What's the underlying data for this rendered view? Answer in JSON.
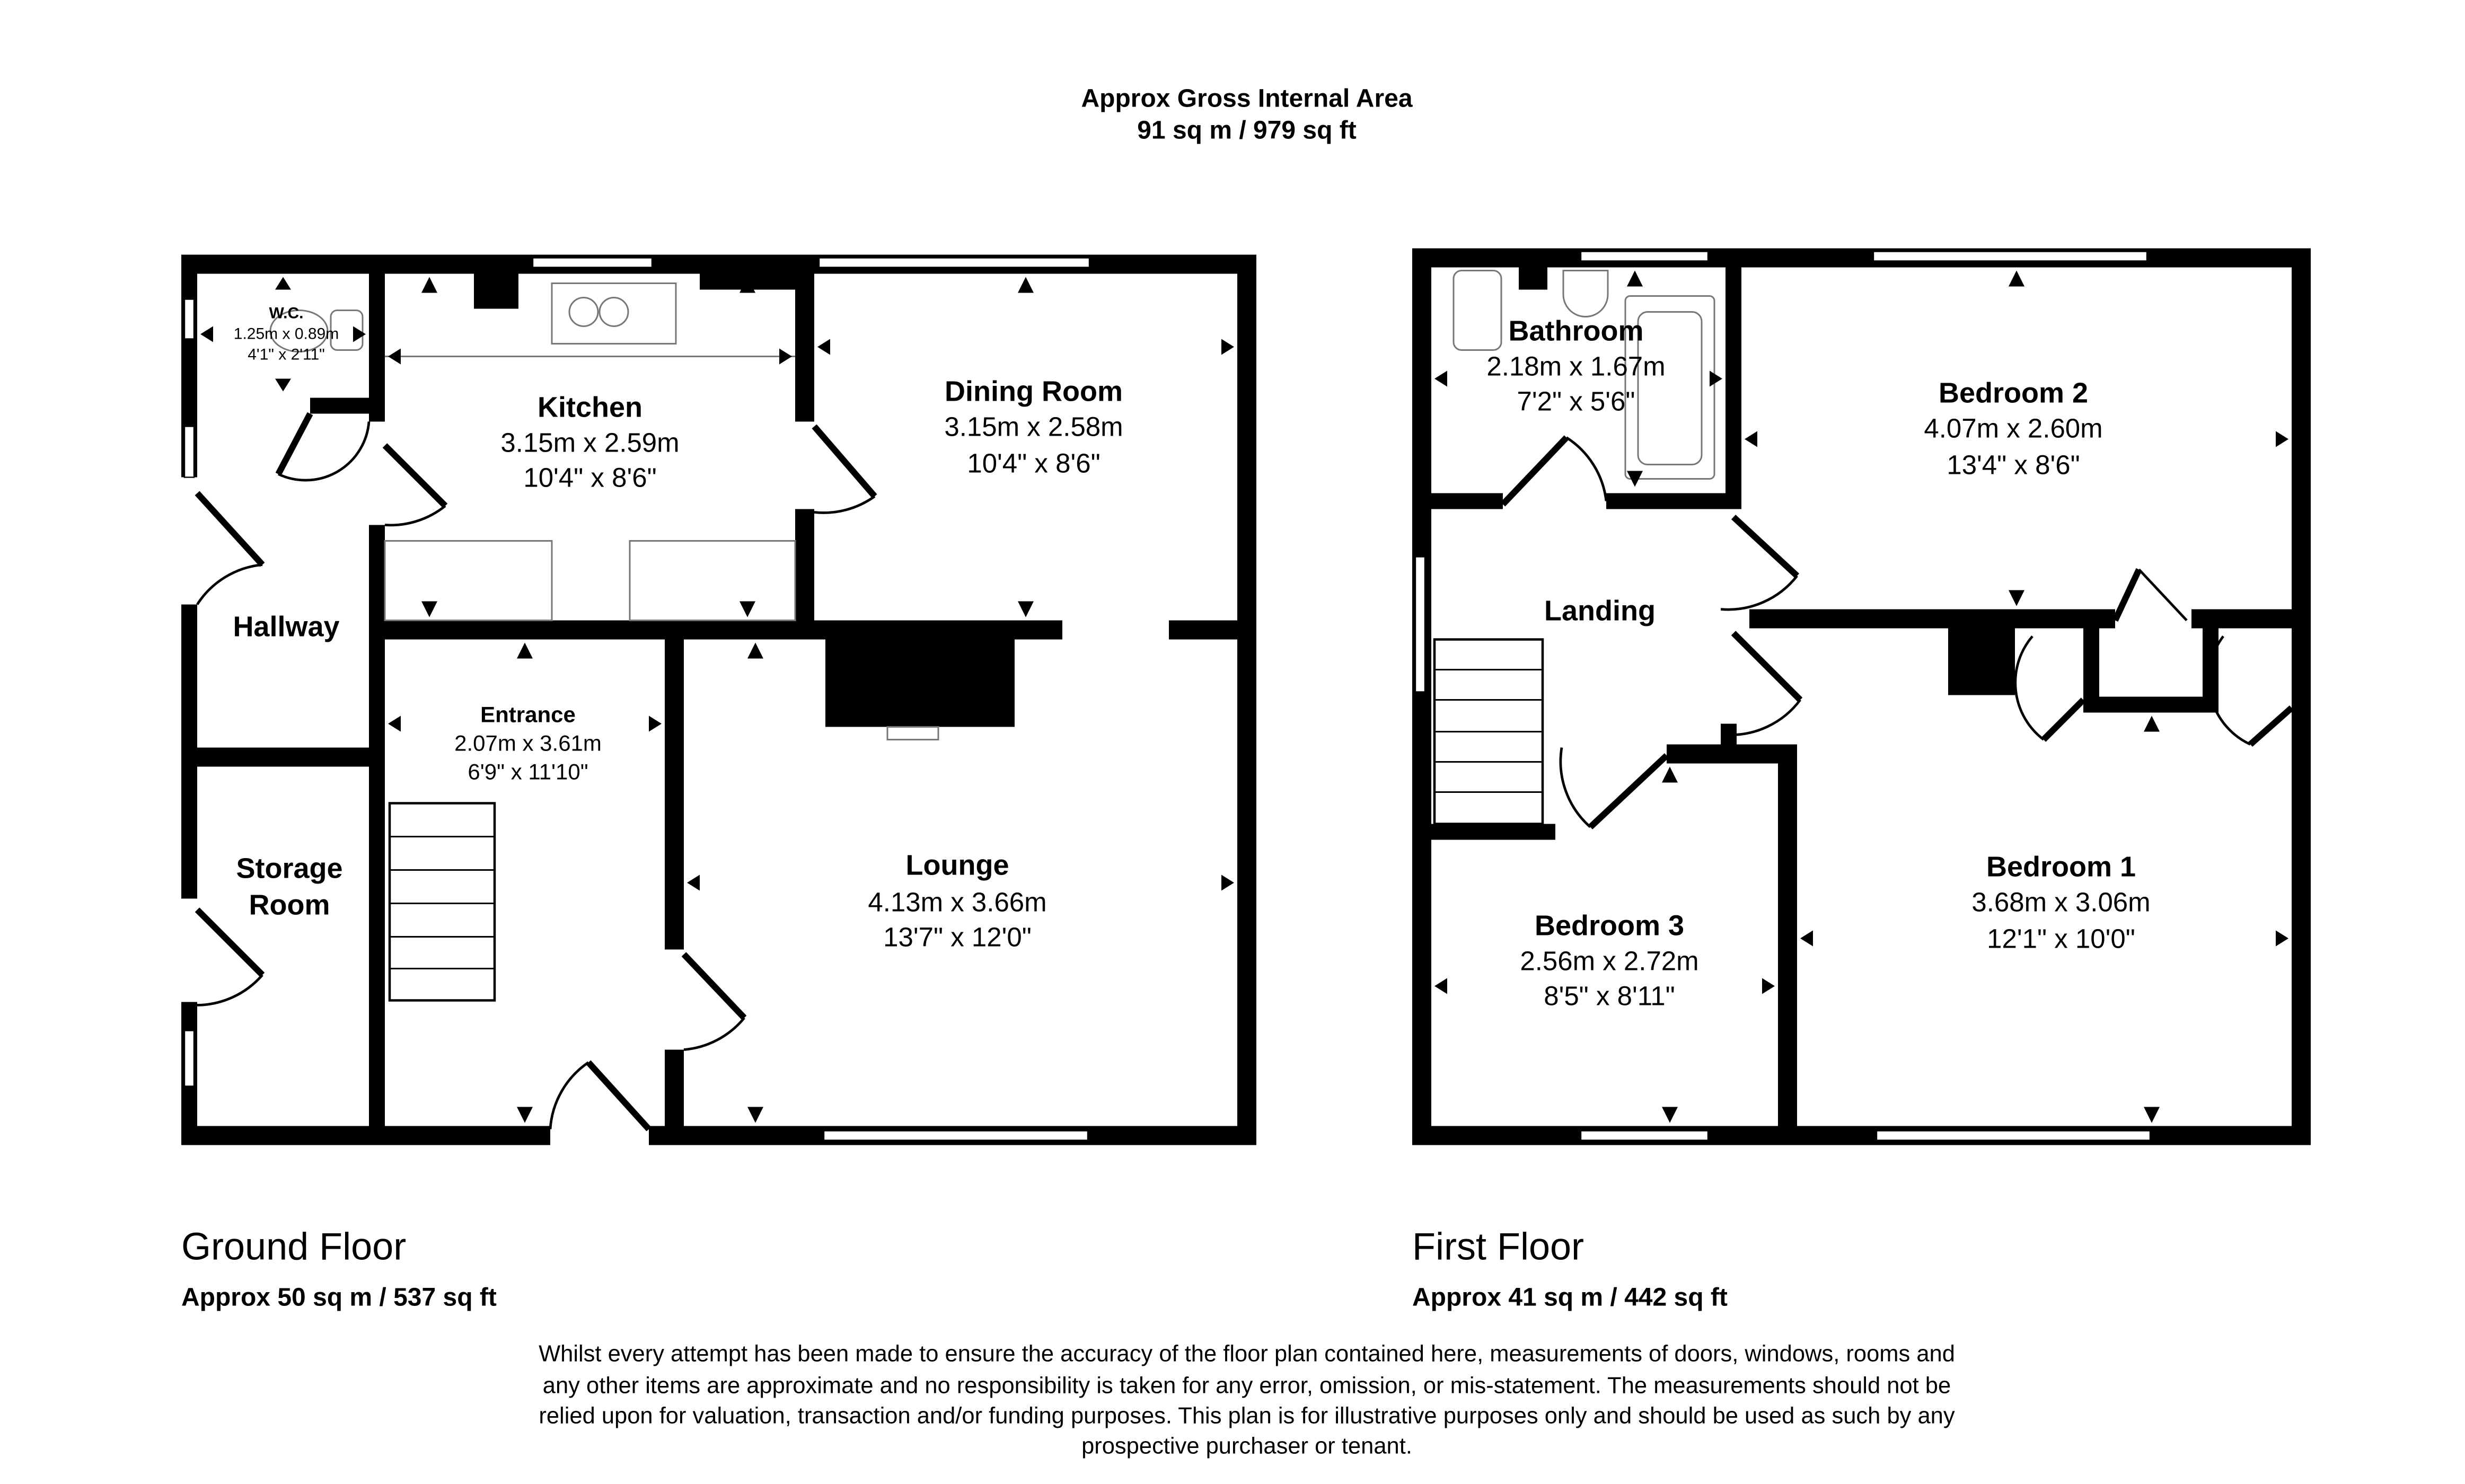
{
  "header": {
    "title": "Approx Gross Internal Area",
    "area": "91 sq m / 979 sq ft"
  },
  "ground_floor": {
    "label": "Ground Floor",
    "area": "Approx 50 sq m / 537 sq ft",
    "rooms": {
      "wc": {
        "name": "W.C.",
        "metric": "1.25m x 0.89m",
        "imperial": "4'1\" x 2'11\""
      },
      "kitchen": {
        "name": "Kitchen",
        "metric": "3.15m x 2.59m",
        "imperial": "10'4\" x 8'6\""
      },
      "dining": {
        "name": "Dining Room",
        "metric": "3.15m x 2.58m",
        "imperial": "10'4\" x 8'6\""
      },
      "hallway": {
        "name": "Hallway"
      },
      "entrance": {
        "name": "Entrance",
        "metric": "2.07m x 3.61m",
        "imperial": "6'9\" x 11'10\""
      },
      "storage": {
        "name1": "Storage",
        "name2": "Room"
      },
      "lounge": {
        "name": "Lounge",
        "metric": "4.13m x 3.66m",
        "imperial": "13'7\" x 12'0\""
      }
    }
  },
  "first_floor": {
    "label": "First Floor",
    "area": "Approx 41 sq m / 442 sq ft",
    "rooms": {
      "bathroom": {
        "name": "Bathroom",
        "metric": "2.18m x 1.67m",
        "imperial": "7'2\" x 5'6\""
      },
      "bedroom2": {
        "name": "Bedroom 2",
        "metric": "4.07m x 2.60m",
        "imperial": "13'4\" x 8'6\""
      },
      "landing": {
        "name": "Landing"
      },
      "bedroom3": {
        "name": "Bedroom 3",
        "metric": "2.56m x 2.72m",
        "imperial": "8'5\" x 8'11\""
      },
      "bedroom1": {
        "name": "Bedroom 1",
        "metric": "3.68m x 3.06m",
        "imperial": "12'1\" x 10'0\""
      }
    }
  },
  "disclaimer": [
    "Whilst every attempt has been made to ensure the accuracy of the floor plan contained here, measurements of doors, windows, rooms and",
    "any other items are approximate and no responsibility is taken for any error, omission, or mis-statement. The measurements should not be",
    "relied upon for valuation, transaction and/or funding purposes. This plan is for illustrative purposes only and should be used as such by any",
    "prospective purchaser or tenant."
  ]
}
